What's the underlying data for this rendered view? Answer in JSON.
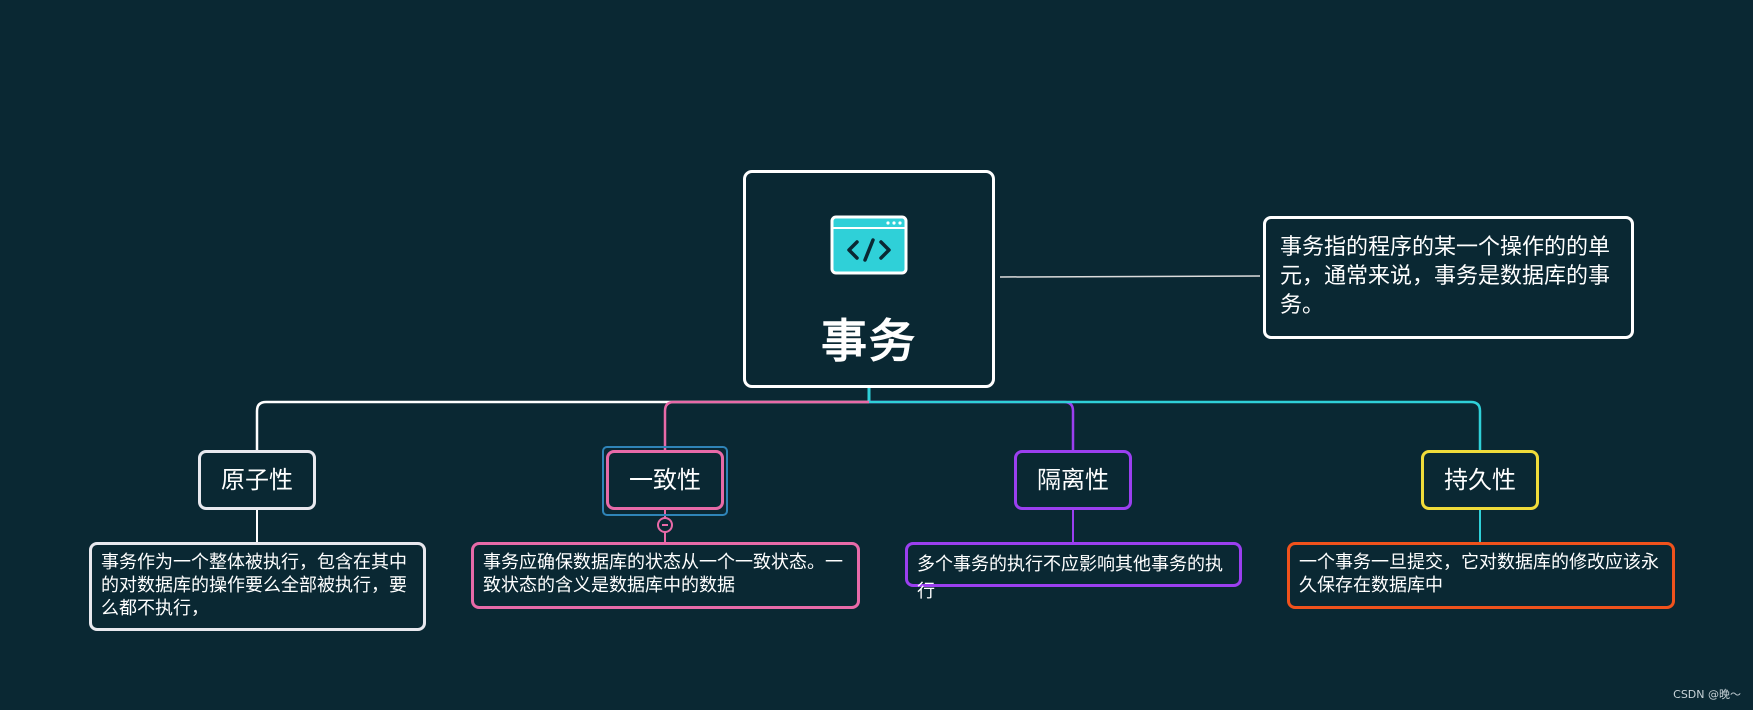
{
  "root": {
    "title": "事务",
    "icon": "code-window-icon"
  },
  "note": {
    "text": "事务指的程序的某一个操作的的单元，通常来说，事务是数据库的事务。"
  },
  "branches": [
    {
      "label": "原子性",
      "detail": "事务作为一个整体被执行，包含在其中的对数据库的操作要么全部被执行，要么都不执行，",
      "topic_color": "#e8e8ee",
      "detail_color": "#e8e8ee"
    },
    {
      "label": "一致性",
      "detail": "事务应确保数据库的状态从一个一致状态。一致状态的含义是数据库中的数据",
      "topic_color": "#e86aa8",
      "detail_color": "#e86aa8"
    },
    {
      "label": "隔离性",
      "detail": "多个事务的执行不应影响其他事务的执行",
      "topic_color": "#9b3ff0",
      "detail_color": "#9b3ff0"
    },
    {
      "label": "持久性",
      "detail": "一个事务一旦提交，它对数据库的修改应该永久保存在数据库中",
      "topic_color": "#f0dc3a",
      "detail_color": "#f0521c"
    }
  ],
  "colors": {
    "background": "#0a2833",
    "cyan": "#2fd0d8",
    "white": "#ffffff",
    "pink": "#e86aa8",
    "purple": "#9b3ff0",
    "yellow": "#f0dc3a",
    "orange": "#f0521c",
    "select_blue": "#2f84b8"
  },
  "watermark": "CSDN @晚～"
}
